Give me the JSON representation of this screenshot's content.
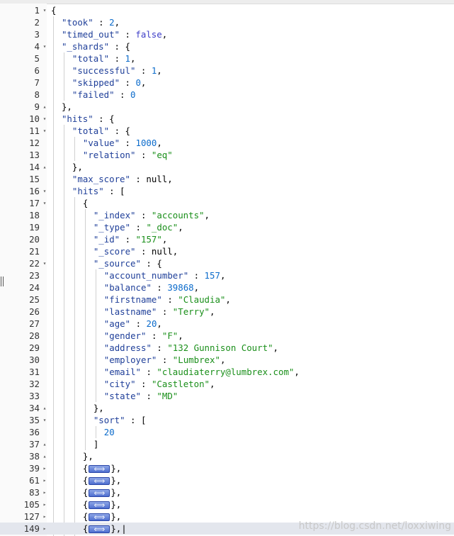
{
  "editor": {
    "lines": [
      {
        "n": "1",
        "fold": "down",
        "indent": 0,
        "parts": [
          {
            "t": "p",
            "v": "{"
          }
        ]
      },
      {
        "n": "2",
        "indent": 1,
        "parts": [
          {
            "t": "k",
            "v": "\"took\""
          },
          {
            "t": "p",
            "v": " : "
          },
          {
            "t": "num",
            "v": "2"
          },
          {
            "t": "p",
            "v": ","
          }
        ]
      },
      {
        "n": "3",
        "indent": 1,
        "parts": [
          {
            "t": "k",
            "v": "\"timed_out\""
          },
          {
            "t": "p",
            "v": " : "
          },
          {
            "t": "bool",
            "v": "false"
          },
          {
            "t": "p",
            "v": ","
          }
        ]
      },
      {
        "n": "4",
        "fold": "down",
        "indent": 1,
        "parts": [
          {
            "t": "k",
            "v": "\"_shards\""
          },
          {
            "t": "p",
            "v": " : {"
          }
        ]
      },
      {
        "n": "5",
        "indent": 2,
        "parts": [
          {
            "t": "k",
            "v": "\"total\""
          },
          {
            "t": "p",
            "v": " : "
          },
          {
            "t": "num",
            "v": "1"
          },
          {
            "t": "p",
            "v": ","
          }
        ]
      },
      {
        "n": "6",
        "indent": 2,
        "parts": [
          {
            "t": "k",
            "v": "\"successful\""
          },
          {
            "t": "p",
            "v": " : "
          },
          {
            "t": "num",
            "v": "1"
          },
          {
            "t": "p",
            "v": ","
          }
        ]
      },
      {
        "n": "7",
        "indent": 2,
        "parts": [
          {
            "t": "k",
            "v": "\"skipped\""
          },
          {
            "t": "p",
            "v": " : "
          },
          {
            "t": "num",
            "v": "0"
          },
          {
            "t": "p",
            "v": ","
          }
        ]
      },
      {
        "n": "8",
        "indent": 2,
        "parts": [
          {
            "t": "k",
            "v": "\"failed\""
          },
          {
            "t": "p",
            "v": " : "
          },
          {
            "t": "num",
            "v": "0"
          }
        ]
      },
      {
        "n": "9",
        "fold": "up",
        "indent": 1,
        "parts": [
          {
            "t": "p",
            "v": "},"
          }
        ]
      },
      {
        "n": "10",
        "fold": "down",
        "indent": 1,
        "parts": [
          {
            "t": "k",
            "v": "\"hits\""
          },
          {
            "t": "p",
            "v": " : {"
          }
        ]
      },
      {
        "n": "11",
        "fold": "down",
        "indent": 2,
        "parts": [
          {
            "t": "k",
            "v": "\"total\""
          },
          {
            "t": "p",
            "v": " : {"
          }
        ]
      },
      {
        "n": "12",
        "indent": 3,
        "parts": [
          {
            "t": "k",
            "v": "\"value\""
          },
          {
            "t": "p",
            "v": " : "
          },
          {
            "t": "num",
            "v": "1000"
          },
          {
            "t": "p",
            "v": ","
          }
        ]
      },
      {
        "n": "13",
        "indent": 3,
        "parts": [
          {
            "t": "k",
            "v": "\"relation\""
          },
          {
            "t": "p",
            "v": " : "
          },
          {
            "t": "str",
            "v": "\"eq\""
          }
        ]
      },
      {
        "n": "14",
        "fold": "up",
        "indent": 2,
        "parts": [
          {
            "t": "p",
            "v": "},"
          }
        ]
      },
      {
        "n": "15",
        "indent": 2,
        "parts": [
          {
            "t": "k",
            "v": "\"max_score\""
          },
          {
            "t": "p",
            "v": " : "
          },
          {
            "t": "null",
            "v": "null"
          },
          {
            "t": "p",
            "v": ","
          }
        ]
      },
      {
        "n": "16",
        "fold": "down",
        "indent": 2,
        "parts": [
          {
            "t": "k",
            "v": "\"hits\""
          },
          {
            "t": "p",
            "v": " : ["
          }
        ]
      },
      {
        "n": "17",
        "fold": "down",
        "indent": 3,
        "parts": [
          {
            "t": "p",
            "v": "{"
          }
        ]
      },
      {
        "n": "18",
        "indent": 4,
        "parts": [
          {
            "t": "k",
            "v": "\"_index\""
          },
          {
            "t": "p",
            "v": " : "
          },
          {
            "t": "str",
            "v": "\"accounts\""
          },
          {
            "t": "p",
            "v": ","
          }
        ]
      },
      {
        "n": "19",
        "indent": 4,
        "parts": [
          {
            "t": "k",
            "v": "\"_type\""
          },
          {
            "t": "p",
            "v": " : "
          },
          {
            "t": "str",
            "v": "\"_doc\""
          },
          {
            "t": "p",
            "v": ","
          }
        ]
      },
      {
        "n": "20",
        "indent": 4,
        "parts": [
          {
            "t": "k",
            "v": "\"_id\""
          },
          {
            "t": "p",
            "v": " : "
          },
          {
            "t": "str",
            "v": "\"157\""
          },
          {
            "t": "p",
            "v": ","
          }
        ]
      },
      {
        "n": "21",
        "indent": 4,
        "parts": [
          {
            "t": "k",
            "v": "\"_score\""
          },
          {
            "t": "p",
            "v": " : "
          },
          {
            "t": "null",
            "v": "null"
          },
          {
            "t": "p",
            "v": ","
          }
        ]
      },
      {
        "n": "22",
        "fold": "down",
        "indent": 4,
        "parts": [
          {
            "t": "k",
            "v": "\"_source\""
          },
          {
            "t": "p",
            "v": " : {"
          }
        ]
      },
      {
        "n": "23",
        "indent": 5,
        "parts": [
          {
            "t": "k",
            "v": "\"account_number\""
          },
          {
            "t": "p",
            "v": " : "
          },
          {
            "t": "num",
            "v": "157"
          },
          {
            "t": "p",
            "v": ","
          }
        ]
      },
      {
        "n": "24",
        "indent": 5,
        "parts": [
          {
            "t": "k",
            "v": "\"balance\""
          },
          {
            "t": "p",
            "v": " : "
          },
          {
            "t": "num",
            "v": "39868"
          },
          {
            "t": "p",
            "v": ","
          }
        ]
      },
      {
        "n": "25",
        "indent": 5,
        "parts": [
          {
            "t": "k",
            "v": "\"firstname\""
          },
          {
            "t": "p",
            "v": " : "
          },
          {
            "t": "str",
            "v": "\"Claudia\""
          },
          {
            "t": "p",
            "v": ","
          }
        ]
      },
      {
        "n": "26",
        "indent": 5,
        "parts": [
          {
            "t": "k",
            "v": "\"lastname\""
          },
          {
            "t": "p",
            "v": " : "
          },
          {
            "t": "str",
            "v": "\"Terry\""
          },
          {
            "t": "p",
            "v": ","
          }
        ]
      },
      {
        "n": "27",
        "indent": 5,
        "parts": [
          {
            "t": "k",
            "v": "\"age\""
          },
          {
            "t": "p",
            "v": " : "
          },
          {
            "t": "num",
            "v": "20"
          },
          {
            "t": "p",
            "v": ","
          }
        ]
      },
      {
        "n": "28",
        "indent": 5,
        "parts": [
          {
            "t": "k",
            "v": "\"gender\""
          },
          {
            "t": "p",
            "v": " : "
          },
          {
            "t": "str",
            "v": "\"F\""
          },
          {
            "t": "p",
            "v": ","
          }
        ]
      },
      {
        "n": "29",
        "indent": 5,
        "parts": [
          {
            "t": "k",
            "v": "\"address\""
          },
          {
            "t": "p",
            "v": " : "
          },
          {
            "t": "str",
            "v": "\"132 Gunnison Court\""
          },
          {
            "t": "p",
            "v": ","
          }
        ]
      },
      {
        "n": "30",
        "indent": 5,
        "parts": [
          {
            "t": "k",
            "v": "\"employer\""
          },
          {
            "t": "p",
            "v": " : "
          },
          {
            "t": "str",
            "v": "\"Lumbrex\""
          },
          {
            "t": "p",
            "v": ","
          }
        ]
      },
      {
        "n": "31",
        "indent": 5,
        "parts": [
          {
            "t": "k",
            "v": "\"email\""
          },
          {
            "t": "p",
            "v": " : "
          },
          {
            "t": "str",
            "v": "\"claudiaterry@lumbrex.com\""
          },
          {
            "t": "p",
            "v": ","
          }
        ]
      },
      {
        "n": "32",
        "indent": 5,
        "parts": [
          {
            "t": "k",
            "v": "\"city\""
          },
          {
            "t": "p",
            "v": " : "
          },
          {
            "t": "str",
            "v": "\"Castleton\""
          },
          {
            "t": "p",
            "v": ","
          }
        ]
      },
      {
        "n": "33",
        "indent": 5,
        "parts": [
          {
            "t": "k",
            "v": "\"state\""
          },
          {
            "t": "p",
            "v": " : "
          },
          {
            "t": "str",
            "v": "\"MD\""
          }
        ]
      },
      {
        "n": "34",
        "fold": "up",
        "indent": 4,
        "parts": [
          {
            "t": "p",
            "v": "},"
          }
        ]
      },
      {
        "n": "35",
        "fold": "down",
        "indent": 4,
        "parts": [
          {
            "t": "k",
            "v": "\"sort\""
          },
          {
            "t": "p",
            "v": " : ["
          }
        ]
      },
      {
        "n": "36",
        "indent": 5,
        "parts": [
          {
            "t": "num",
            "v": "20"
          }
        ]
      },
      {
        "n": "37",
        "fold": "up",
        "indent": 4,
        "parts": [
          {
            "t": "p",
            "v": "]"
          }
        ]
      },
      {
        "n": "38",
        "fold": "up",
        "indent": 3,
        "parts": [
          {
            "t": "p",
            "v": "},"
          }
        ]
      },
      {
        "n": "39",
        "fold": "right",
        "indent": 3,
        "parts": [
          {
            "t": "p",
            "v": "{"
          },
          {
            "t": "fw",
            "v": ""
          },
          {
            "t": "p",
            "v": "},"
          }
        ]
      },
      {
        "n": "61",
        "fold": "right",
        "indent": 3,
        "parts": [
          {
            "t": "p",
            "v": "{"
          },
          {
            "t": "fw",
            "v": ""
          },
          {
            "t": "p",
            "v": "},"
          }
        ]
      },
      {
        "n": "83",
        "fold": "right",
        "indent": 3,
        "parts": [
          {
            "t": "p",
            "v": "{"
          },
          {
            "t": "fw",
            "v": ""
          },
          {
            "t": "p",
            "v": "},"
          }
        ]
      },
      {
        "n": "105",
        "fold": "right",
        "indent": 3,
        "parts": [
          {
            "t": "p",
            "v": "{"
          },
          {
            "t": "fw",
            "v": ""
          },
          {
            "t": "p",
            "v": "},"
          }
        ]
      },
      {
        "n": "127",
        "fold": "right",
        "indent": 3,
        "parts": [
          {
            "t": "p",
            "v": "{"
          },
          {
            "t": "fw",
            "v": ""
          },
          {
            "t": "p",
            "v": "},"
          }
        ]
      },
      {
        "n": "149",
        "fold": "right",
        "indent": 3,
        "active": true,
        "parts": [
          {
            "t": "p",
            "v": "{"
          },
          {
            "t": "fw",
            "v": ""
          },
          {
            "t": "p",
            "v": "},|"
          }
        ]
      }
    ]
  },
  "icons": {
    "fold_open": "caret-down-icon",
    "fold_close": "caret-up-icon",
    "fold_collapsed": "caret-right-icon",
    "folded_widget": "fold-widget-icon",
    "resize": "resize-handle-icon"
  },
  "watermark": "https://blog.csdn.net/loxxiwing"
}
